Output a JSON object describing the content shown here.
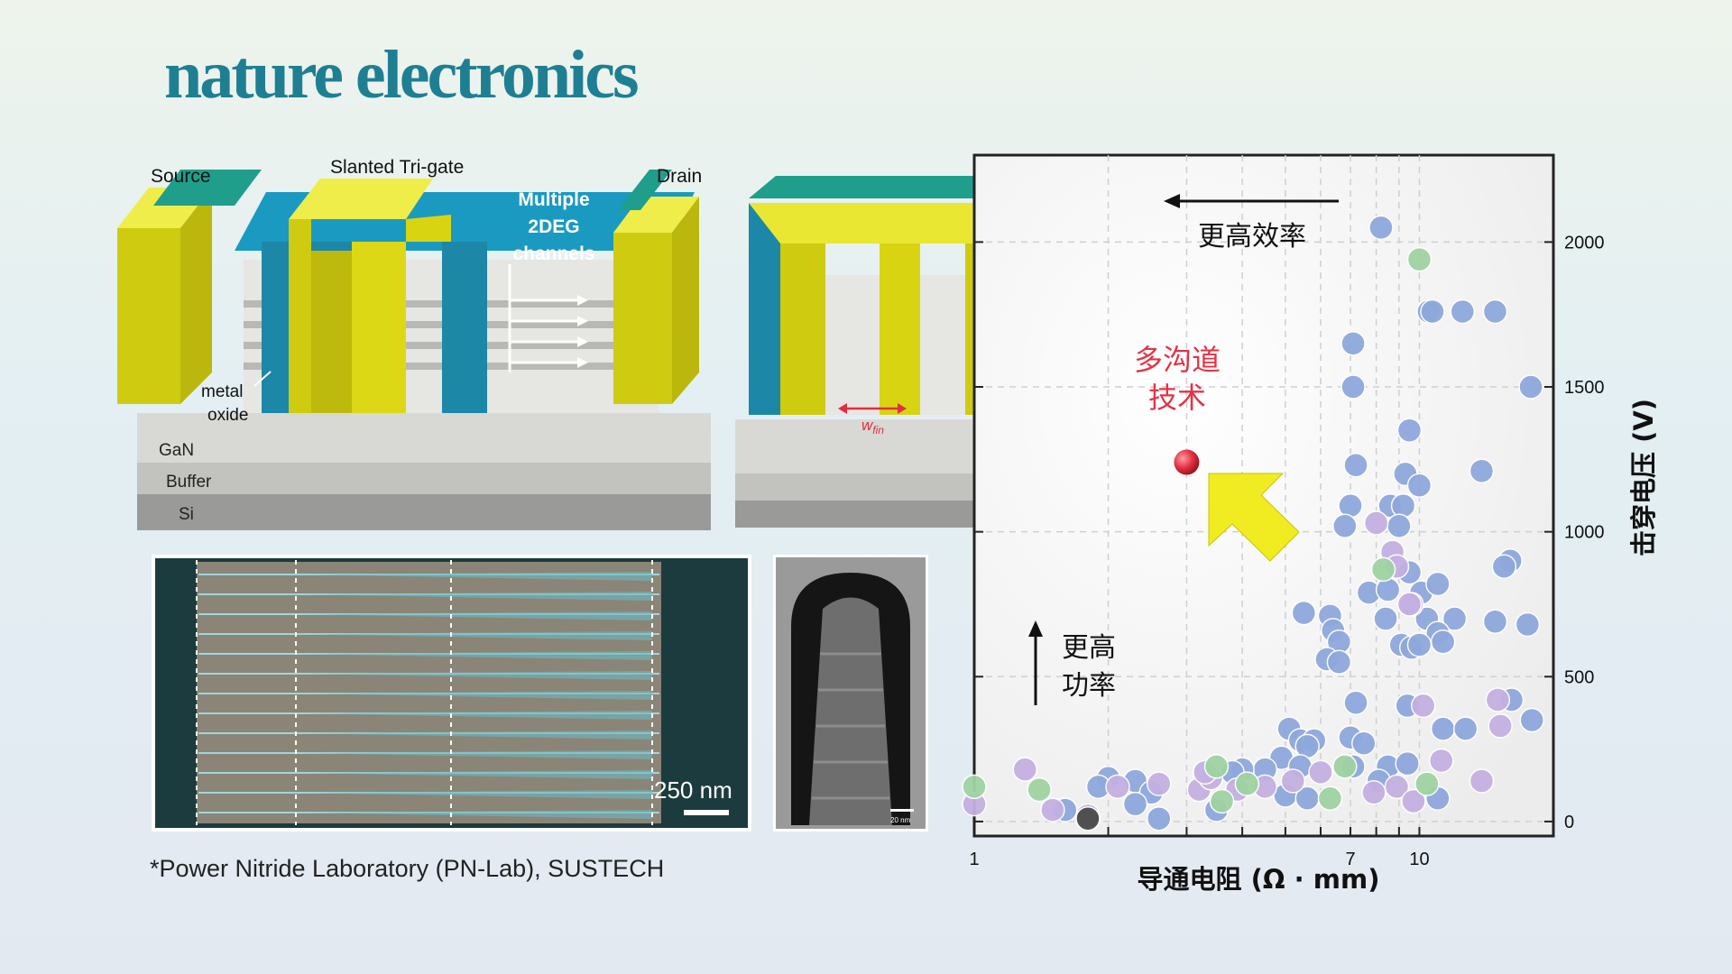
{
  "brand": {
    "logo_text": "nature electronics",
    "accent_color": "#1f7f92"
  },
  "credit": "*Power Nitride Laboratory (PN-Lab), SUSTECH",
  "device_diagram": {
    "source_label": "Source",
    "gate_label": "Slanted Tri-gate",
    "drain_label": "Drain",
    "channels_label_1": "Multiple",
    "channels_label_2": "2DEG",
    "channels_label_3": "channels",
    "oxide_label_1": "metal",
    "oxide_label_2": "oxide",
    "layers": [
      "GaN",
      "Buffer",
      "Si"
    ],
    "fin_width_label": "w",
    "fin_width_sub": "fin",
    "colors": {
      "metal": "#e4e21a",
      "oxide": "#1b8bab",
      "channel": "#1a9ac1"
    }
  },
  "micrographs": {
    "sem_scale_label": "250 nm",
    "tem_scale_label": "20 nm"
  },
  "annotations": {
    "efficiency_label": "更高效率",
    "power_label_1": "更高",
    "power_label_2": "功率",
    "tech_label_1": "多沟道",
    "tech_label_2": "技术",
    "tech_color": "#e23447",
    "arrow_color": "#f1ec22"
  },
  "chart_data": {
    "type": "scatter",
    "xlabel": "导通电阻 (Ω · mm)",
    "ylabel": "击穿电压 (V)",
    "x_scale": "log",
    "xlim": [
      1,
      20
    ],
    "ylim": [
      -50,
      2300
    ],
    "x_ticks": [
      1,
      7,
      10
    ],
    "y_ticks": [
      0,
      500,
      1000,
      1500,
      2000
    ],
    "grid": true,
    "highlight_point": {
      "x": 3.0,
      "y": 1240,
      "color": "#e0303f"
    },
    "series": [
      {
        "color": "#8ea8dc",
        "points": [
          [
            8.2,
            2050
          ],
          [
            10.5,
            1760
          ],
          [
            10.7,
            1760
          ],
          [
            12.5,
            1760
          ],
          [
            14.8,
            1760
          ],
          [
            7.1,
            1650
          ],
          [
            7.1,
            1500
          ],
          [
            17.8,
            1500
          ],
          [
            9.5,
            1350
          ],
          [
            7.2,
            1230
          ],
          [
            9.3,
            1200
          ],
          [
            13.8,
            1210
          ],
          [
            10.0,
            1160
          ],
          [
            7.0,
            1090
          ],
          [
            8.6,
            1090
          ],
          [
            9.2,
            1090
          ],
          [
            6.8,
            1020
          ],
          [
            9.0,
            1020
          ],
          [
            9.5,
            860
          ],
          [
            16.0,
            900
          ],
          [
            15.5,
            880
          ],
          [
            7.7,
            790
          ],
          [
            8.5,
            800
          ],
          [
            10.1,
            790
          ],
          [
            11.0,
            820
          ],
          [
            5.5,
            720
          ],
          [
            6.3,
            710
          ],
          [
            8.4,
            700
          ],
          [
            10.4,
            700
          ],
          [
            12.0,
            700
          ],
          [
            14.8,
            690
          ],
          [
            17.5,
            680
          ],
          [
            6.4,
            660
          ],
          [
            6.6,
            620
          ],
          [
            11.0,
            650
          ],
          [
            9.1,
            610
          ],
          [
            9.6,
            600
          ],
          [
            10.0,
            610
          ],
          [
            11.3,
            620
          ],
          [
            6.2,
            560
          ],
          [
            6.6,
            550
          ],
          [
            7.2,
            410
          ],
          [
            9.4,
            400
          ],
          [
            5.1,
            320
          ],
          [
            5.4,
            280
          ],
          [
            5.8,
            280
          ],
          [
            5.6,
            260
          ],
          [
            7.0,
            290
          ],
          [
            7.5,
            270
          ],
          [
            11.3,
            320
          ],
          [
            12.7,
            320
          ],
          [
            16.1,
            420
          ],
          [
            17.9,
            350
          ],
          [
            4.9,
            220
          ],
          [
            5.4,
            190
          ],
          [
            4.5,
            180
          ],
          [
            4.0,
            180
          ],
          [
            3.8,
            170
          ],
          [
            7.1,
            190
          ],
          [
            8.5,
            190
          ],
          [
            9.4,
            200
          ],
          [
            2.0,
            150
          ],
          [
            1.9,
            120
          ],
          [
            2.3,
            140
          ],
          [
            2.5,
            100
          ],
          [
            2.3,
            60
          ],
          [
            1.6,
            40
          ],
          [
            2.6,
            10
          ],
          [
            3.5,
            40
          ],
          [
            5.0,
            90
          ],
          [
            5.6,
            80
          ],
          [
            11.0,
            80
          ],
          [
            8.1,
            140
          ]
        ]
      },
      {
        "color": "#c4b0e2",
        "points": [
          [
            1.3,
            180
          ],
          [
            1.0,
            60
          ],
          [
            1.5,
            40
          ],
          [
            1.8,
            20
          ],
          [
            2.1,
            120
          ],
          [
            2.6,
            130
          ],
          [
            3.2,
            110
          ],
          [
            3.4,
            150
          ],
          [
            3.3,
            170
          ],
          [
            8.0,
            1030
          ],
          [
            8.7,
            930
          ],
          [
            8.9,
            880
          ],
          [
            9.6,
            750
          ],
          [
            9.5,
            750
          ],
          [
            8.9,
            120
          ],
          [
            9.7,
            70
          ],
          [
            11.2,
            210
          ],
          [
            13.8,
            140
          ],
          [
            15.2,
            330
          ],
          [
            15.0,
            420
          ],
          [
            3.9,
            110
          ],
          [
            5.2,
            140
          ],
          [
            6.0,
            170
          ],
          [
            7.9,
            100
          ],
          [
            10.2,
            400
          ],
          [
            4.5,
            120
          ]
        ]
      },
      {
        "color": "#9fd3a2",
        "points": [
          [
            10.0,
            1940
          ],
          [
            1.0,
            120
          ],
          [
            1.4,
            110
          ],
          [
            3.5,
            190
          ],
          [
            3.6,
            70
          ],
          [
            4.1,
            130
          ],
          [
            6.3,
            80
          ],
          [
            6.8,
            190
          ],
          [
            8.3,
            870
          ],
          [
            10.4,
            130
          ]
        ]
      },
      {
        "color": "#4a4a4a",
        "points": [
          [
            1.8,
            10
          ]
        ]
      }
    ]
  }
}
